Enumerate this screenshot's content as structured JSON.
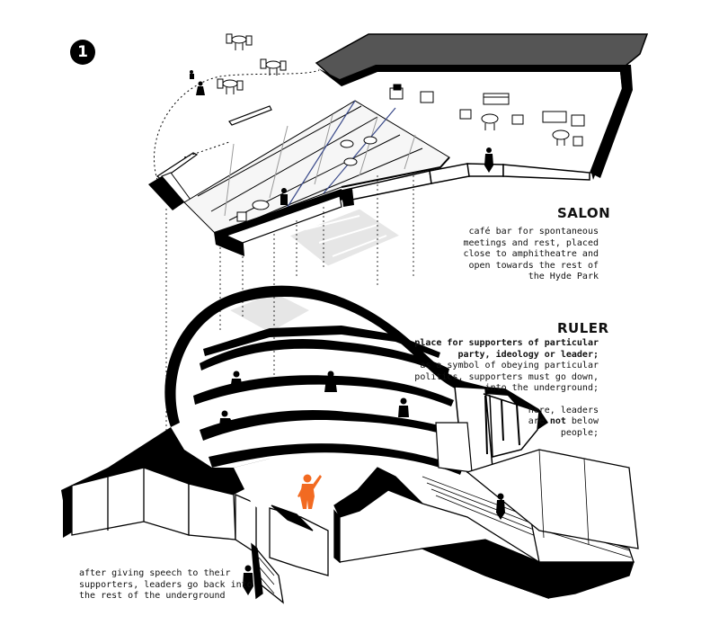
{
  "badge": "1",
  "salon": {
    "title": "SALON",
    "lines": [
      "café bar for spontaneous",
      "meetings and rest, placed",
      "close to amphitheatre and",
      "open towards the rest of",
      "the Hyde Park"
    ]
  },
  "ruler": {
    "title": "RULER",
    "bold_lines": [
      "place for supporters of particular",
      "party, ideology or leader;"
    ],
    "lines": [
      "as a symbol of obeying particular",
      "politics, supporters must go down,",
      "into the underground;"
    ],
    "lines2a": "here, leaders",
    "lines2b_pre": "are ",
    "lines2b_bold": "not",
    "lines2b_post": " below",
    "lines2c": "people;"
  },
  "exit": {
    "lines": [
      "after giving speech to their",
      "supporters, leaders go back into",
      "the rest of the underground"
    ]
  },
  "colors": {
    "leader": "#F26A21",
    "ink": "#000000",
    "glass": "#e6e6e6",
    "roof": "#555555"
  },
  "icons": [
    "cafe-table-icon",
    "sofa-icon",
    "armchair-icon",
    "person-icon",
    "leader-figure-icon"
  ]
}
